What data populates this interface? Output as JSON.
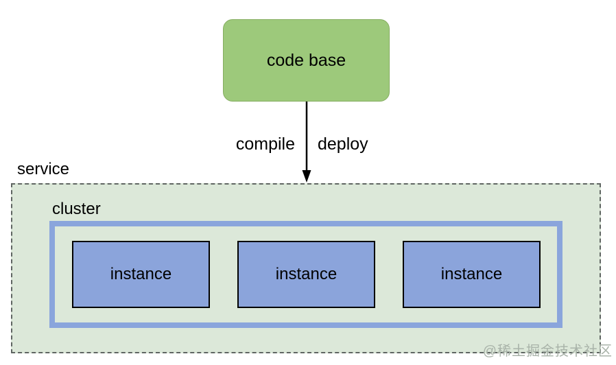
{
  "diagram": {
    "code_base": {
      "label": "code base"
    },
    "arrow": {
      "left_label": "compile",
      "right_label": "deploy"
    },
    "service": {
      "label": "service",
      "cluster": {
        "label": "cluster",
        "instances": [
          "instance",
          "instance",
          "instance"
        ]
      }
    },
    "watermark": "@稀土掘金技术社区",
    "colors": {
      "code_base_fill": "#9dc97b",
      "code_base_border": "#85ad60",
      "service_fill": "#dce8d9",
      "service_border": "#5f6562",
      "cluster_border": "#8aa5dc",
      "instance_fill": "#8ba4db",
      "instance_border": "#000000",
      "arrow": "#000000",
      "watermark": "#a9b3a9"
    }
  }
}
